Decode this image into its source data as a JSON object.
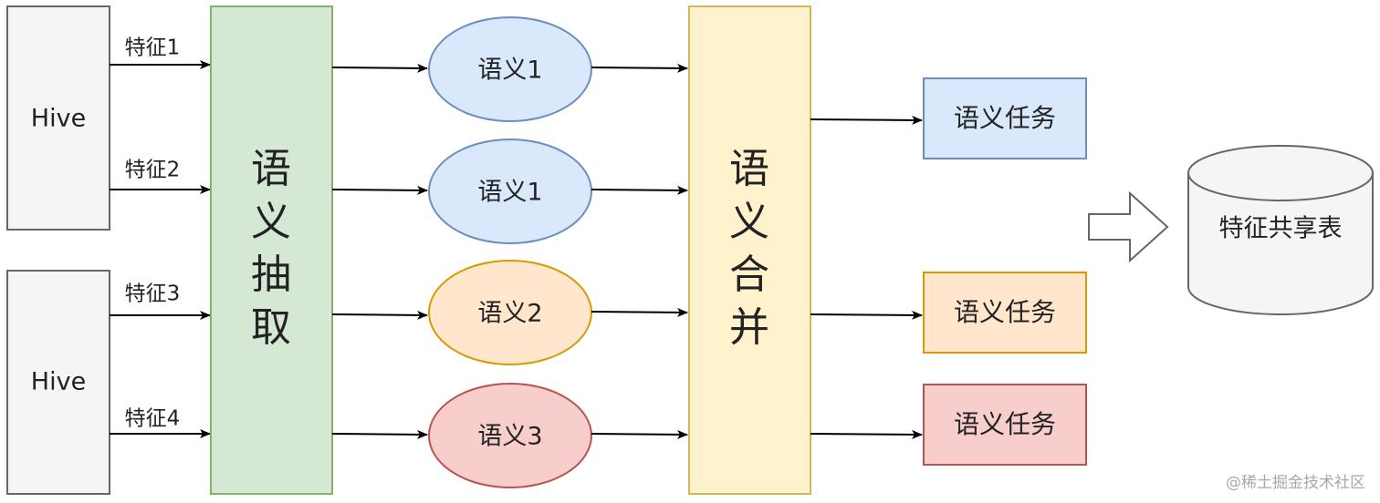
{
  "sources": [
    {
      "label": "Hive"
    },
    {
      "label": "Hive"
    }
  ],
  "features": [
    "特征1",
    "特征2",
    "特征3",
    "特征4"
  ],
  "extraction": {
    "chars": [
      "语",
      "义",
      "抽",
      "取"
    ]
  },
  "semantics": [
    "语义1",
    "语义1",
    "语义2",
    "语义3"
  ],
  "merge": {
    "chars": [
      "语",
      "义",
      "合",
      "并"
    ]
  },
  "tasks": [
    "语义任务",
    "语义任务",
    "语义任务"
  ],
  "shared_table": {
    "label": "特征共享表"
  },
  "watermark": "@稀土掘金技术社区",
  "colors": {
    "hive_fill": "#f5f5f5",
    "hive_stroke": "#666666",
    "extract_fill": "#d5e8d4",
    "extract_stroke": "#82b366",
    "blue_fill": "#dae8fc",
    "blue_stroke": "#6c8ebf",
    "orange_fill": "#ffe6cc",
    "orange_stroke": "#d79b00",
    "red_fill": "#f8cecc",
    "red_stroke": "#b85450",
    "merge_fill": "#fff2cc",
    "merge_stroke": "#d6b656"
  }
}
